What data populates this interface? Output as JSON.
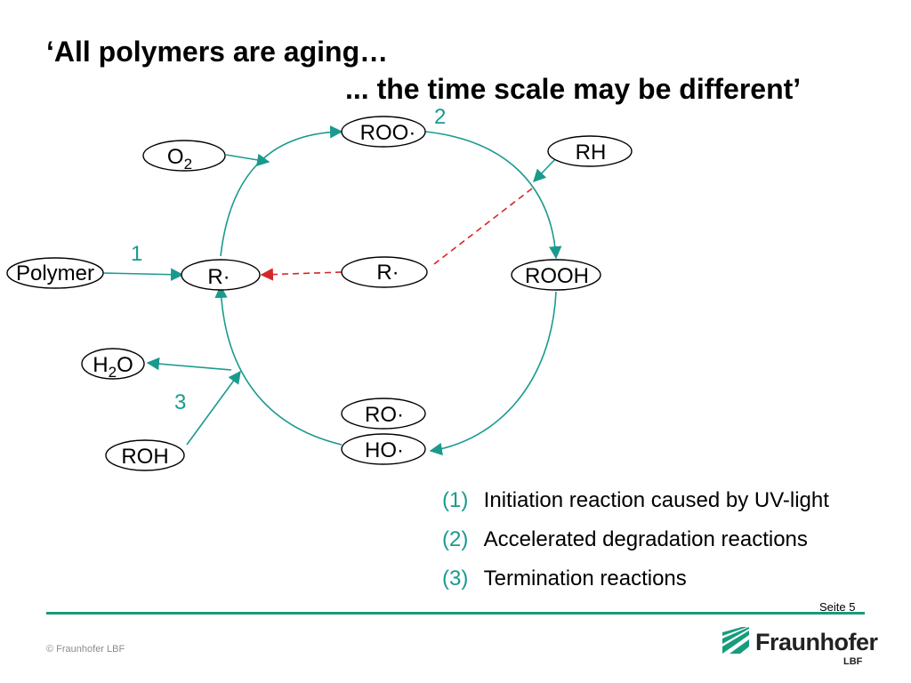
{
  "slide": {
    "title_line1": "‘All polymers are aging…",
    "title_line2": "... the time scale may be different’"
  },
  "diagram": {
    "nodes": {
      "polymer": "Polymer",
      "r_radical_main": "R·",
      "o2": "O",
      "o2_sub": "2",
      "roo": "ROO·",
      "rh": "RH",
      "r_radical_inner": "R·",
      "rooh": "ROOH",
      "h2o_h": "H",
      "h2o_sub": "2",
      "h2o_o": "O",
      "ro": "RO·",
      "ho": "HO·",
      "roh": "ROH"
    },
    "step_labels": {
      "one": "1",
      "two": "2",
      "three": "3"
    },
    "colors": {
      "reaction_arrow": "#1a9a8e",
      "transfer_arrow": "#d62728",
      "rule": "#1a9a7a"
    }
  },
  "legend": {
    "items": [
      {
        "num": "(1)",
        "text": "Initiation reaction caused by UV-light"
      },
      {
        "num": "(2)",
        "text": "Accelerated degradation reactions"
      },
      {
        "num": "(3)",
        "text": "Termination reactions"
      }
    ],
    "num_color": "#1a9a8e"
  },
  "footer": {
    "page": "Seite 5",
    "copyright": "© Fraunhofer LBF",
    "logo_name": "Fraunhofer",
    "logo_sub": "LBF",
    "logo_color": "#179c7d"
  }
}
